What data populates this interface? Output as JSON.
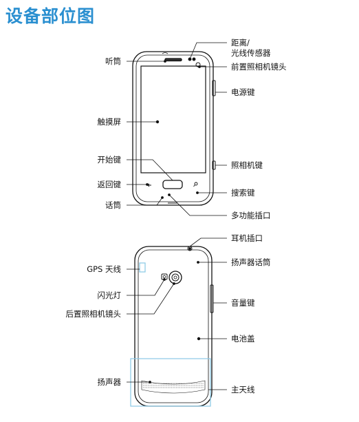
{
  "title": "设备部位图",
  "front": {
    "proximity_sensor_l1": "距离/",
    "proximity_sensor_l2": "光线传感器",
    "front_camera": "前置照相机镜头",
    "earpiece": "听筒",
    "power_key": "电源键",
    "touch_screen": "触摸屏",
    "home_key": "开始键",
    "camera_key": "照相机键",
    "back_key": "返回键",
    "search_key": "搜索键",
    "microphone": "话筒",
    "multipurpose_jack": "多功能插口"
  },
  "back": {
    "headset_jack": "耳机插口",
    "speaker_mic": "扬声器话筒",
    "gps_antenna": "GPS 天线",
    "flash": "闪光灯",
    "volume_key": "音量键",
    "rear_camera": "后置照相机镜头",
    "battery_cover": "电池盖",
    "speaker": "扬声器",
    "main_antenna": "主天线"
  },
  "colors": {
    "title": "#2a8fd0",
    "line": "#111111",
    "highlight": "#8fcbe6"
  }
}
